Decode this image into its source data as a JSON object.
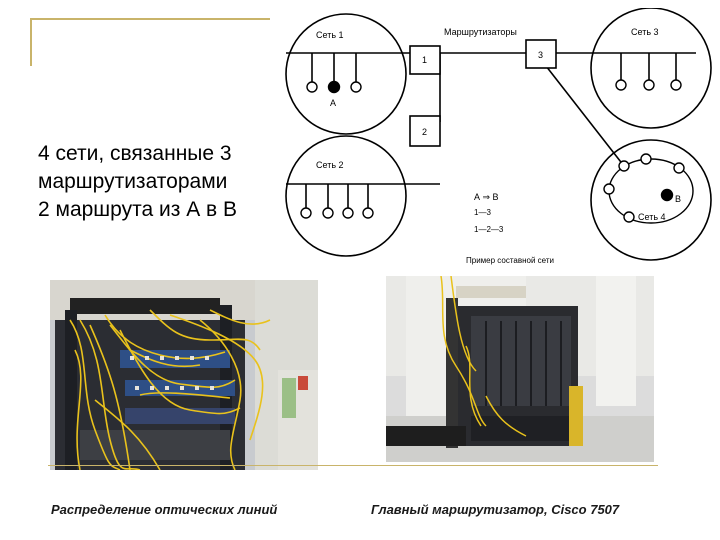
{
  "slide": {
    "lines": [
      "4 сети, связанные 3",
      "маршрутизаторами",
      "2 маршрута из А в В"
    ],
    "caption_left": "Распределение оптических линий",
    "caption_right": "Главный маршрутизатор, Cisco 7507"
  },
  "diagram": {
    "net1": "Сеть 1",
    "net2": "Сеть 2",
    "net3": "Сеть 3",
    "net4": "Сеть 4",
    "routers_label": "Маршрутизаторы",
    "router1": "1",
    "router2": "2",
    "router3": "3",
    "node_a": "А",
    "node_b": "В",
    "route_title": "А ⇒ В",
    "route1": "1—3",
    "route2": "1—2—3",
    "caption": "Пример составной сети"
  },
  "colors": {
    "accent": "#c9b46a"
  }
}
